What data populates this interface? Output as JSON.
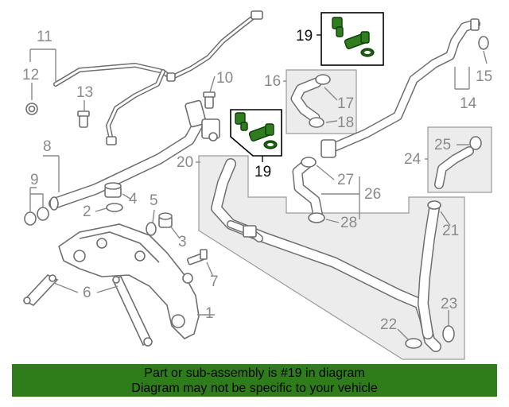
{
  "diagram": {
    "callouts": [
      "1",
      "2",
      "3",
      "4",
      "5",
      "6",
      "7",
      "8",
      "9",
      "10",
      "11",
      "12",
      "13",
      "14",
      "15",
      "16",
      "17",
      "18",
      "19",
      "19",
      "20",
      "21",
      "22",
      "23",
      "24",
      "25",
      "26",
      "27",
      "28"
    ],
    "highlighted_part": "19",
    "highlight_color": "#2e7d1a"
  },
  "banner": {
    "line1": "Part or sub-assembly is #19 in diagram",
    "line2": "Diagram may not be specific to your vehicle",
    "background": "#2e7d1a"
  }
}
